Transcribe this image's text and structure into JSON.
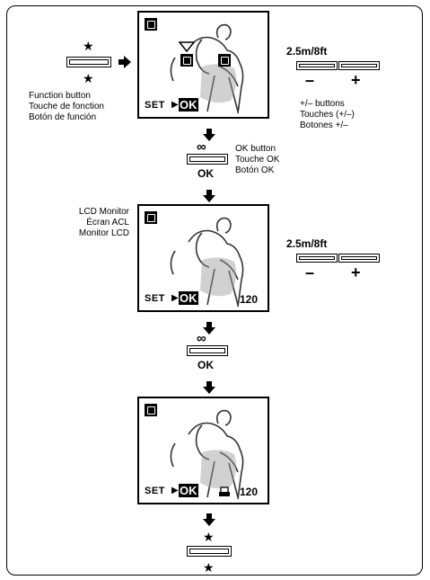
{
  "function_button": {
    "labels": [
      "Function button",
      "Touche de fonction",
      "Botón de función"
    ]
  },
  "plus_minus": {
    "distance": "2.5m/8ft",
    "minus": "–",
    "plus": "+",
    "labels": [
      "+/– buttons",
      "Touches (+/–)",
      "Botones +/–"
    ]
  },
  "ok_button": {
    "symbol": "∞",
    "caption": "OK",
    "labels": [
      "OK button",
      "Touche OK",
      "Botón OK"
    ]
  },
  "lcd_monitor": {
    "labels": [
      "LCD Monitor",
      "Écran ACL",
      "Monitor LCD"
    ]
  },
  "screens": {
    "set_label": "SET",
    "ok_label": "OK",
    "count": "120"
  },
  "star_glyph": "★"
}
